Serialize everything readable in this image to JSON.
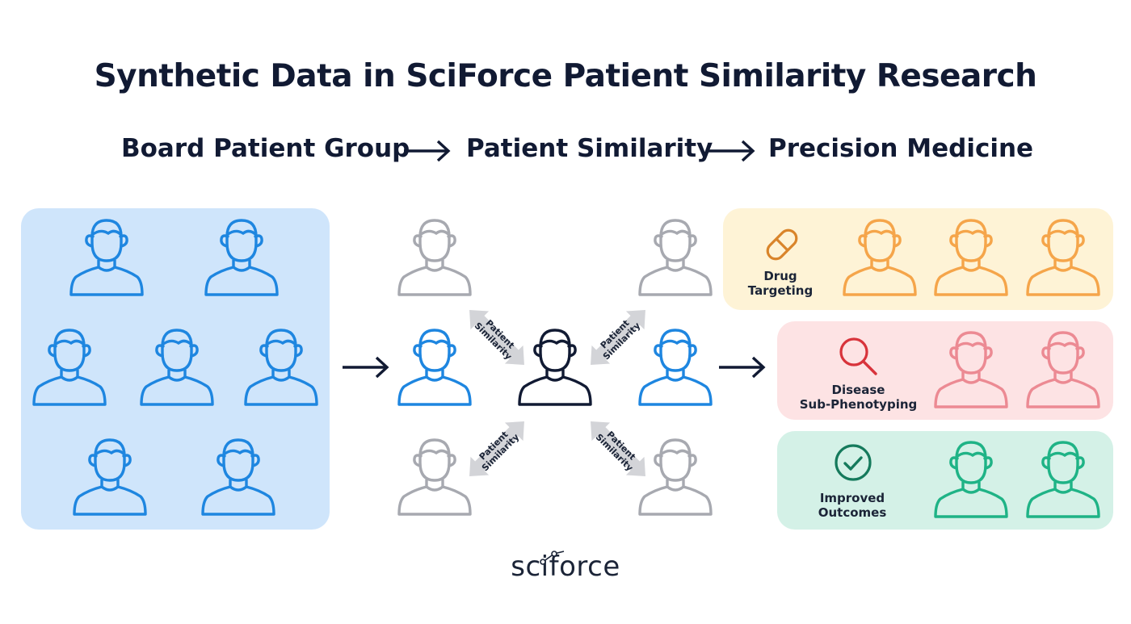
{
  "title": "Synthetic Data in SciForce Patient Similarity Research",
  "steps": [
    "Board Patient Group",
    "Patient Similarity",
    "Precision Medicine"
  ],
  "similarity_label": [
    "Patient",
    "Similarity"
  ],
  "outcomes": {
    "drug": [
      "Drug",
      "Targeting"
    ],
    "disease": [
      "Disease",
      "Sub-Phenotyping"
    ],
    "improved": [
      "Improved",
      "Outcomes"
    ]
  },
  "icons": {
    "drug": "pill-icon",
    "disease": "magnifier-icon",
    "improved": "check-circle-icon"
  },
  "logo": "sciforce",
  "colors": {
    "blue": "#1e86e0",
    "blue_bg": "#cfe5fb",
    "gray": "#a7a9b0",
    "dark": "#111a33",
    "orange": "#f5a54a",
    "orange_bg": "#fef3d6",
    "pink": "#ec8a93",
    "pink_bg": "#fde3e4",
    "green": "#1fb386",
    "green_bg": "#d4f1e7"
  }
}
